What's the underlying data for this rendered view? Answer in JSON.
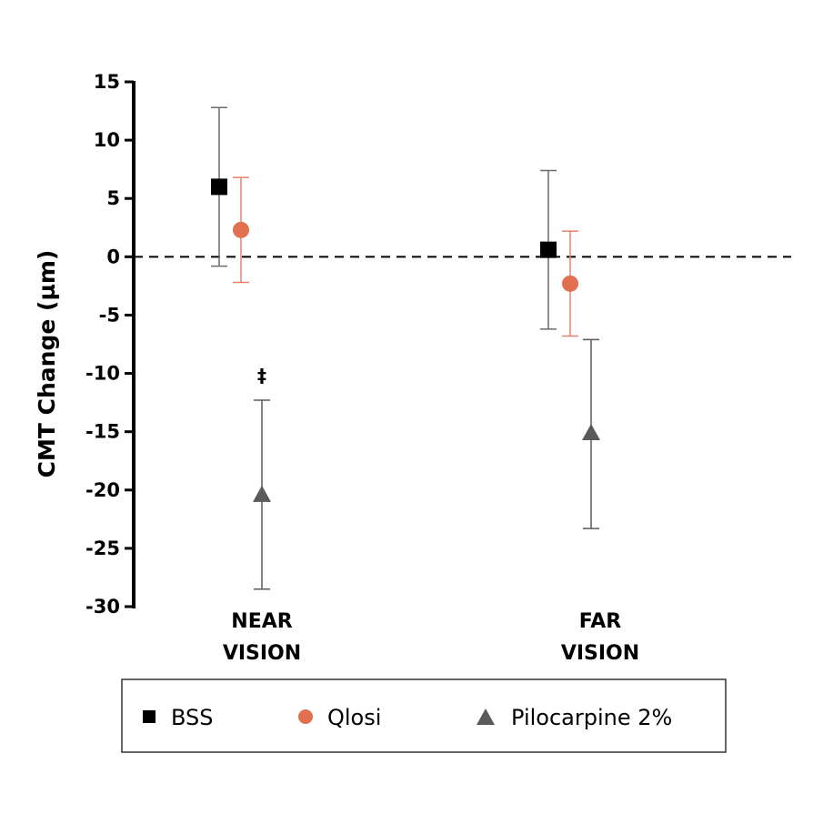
{
  "chart_data": {
    "type": "scatter",
    "title": "",
    "xlabel": "",
    "ylabel": "CMT Change (µm)",
    "ylim": [
      -30,
      15
    ],
    "yticks": [
      15,
      10,
      5,
      0,
      -5,
      -10,
      -15,
      -20,
      -25,
      -30
    ],
    "grid": false,
    "reference_line": {
      "y": 0,
      "style": "dashed"
    },
    "categories": [
      "NEAR VISION",
      "FAR VISION"
    ],
    "category_labels": [
      [
        "NEAR",
        "VISION"
      ],
      [
        "FAR",
        "VISION"
      ]
    ],
    "legend_position": "bottom",
    "series": [
      {
        "name": "BSS",
        "marker": "square",
        "color": "#000000",
        "errcolor": "#6b6b6b",
        "values": [
          6.0,
          0.6
        ],
        "err_low": [
          -0.8,
          -6.2
        ],
        "err_high": [
          12.8,
          7.4
        ]
      },
      {
        "name": "Qlosi",
        "marker": "circle",
        "color": "#e07050",
        "errcolor": "#e8826a",
        "values": [
          2.3,
          -2.3
        ],
        "err_low": [
          -2.2,
          -6.8
        ],
        "err_high": [
          6.8,
          2.2
        ]
      },
      {
        "name": "Pilocarpine 2%",
        "marker": "triangle",
        "color": "#5a5a5a",
        "errcolor": "#5a5a5a",
        "values": [
          -20.4,
          -15.1
        ],
        "err_low": [
          -28.5,
          -23.3
        ],
        "err_high": [
          -12.3,
          -7.1
        ]
      }
    ],
    "annotations": [
      {
        "text": "‡",
        "category": "NEAR VISION",
        "series": "Pilocarpine 2%"
      }
    ]
  },
  "legend": {
    "items": [
      {
        "label": "BSS",
        "icon": "square-marker-icon"
      },
      {
        "label": "Qlosi",
        "icon": "circle-marker-icon"
      },
      {
        "label": "Pilocarpine 2%",
        "icon": "triangle-marker-icon"
      }
    ]
  }
}
